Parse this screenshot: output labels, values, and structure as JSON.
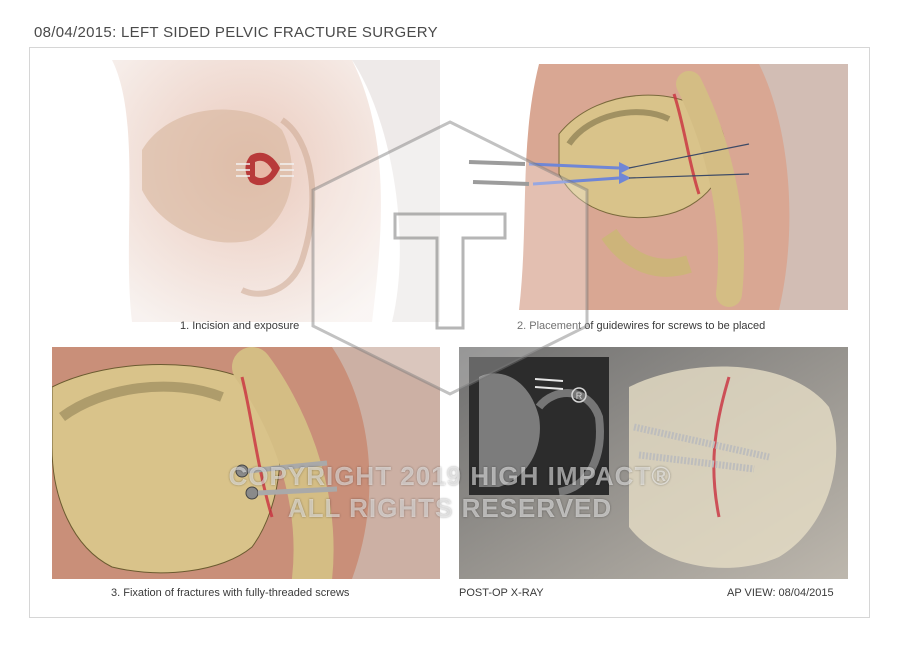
{
  "title": "08/04/2015: LEFT SIDED PELVIC FRACTURE SURGERY",
  "panels": [
    {
      "caption": "1. Incision and exposure"
    },
    {
      "caption": "2. Placement of guidewires for screws to be placed"
    },
    {
      "caption": "3. Fixation of fractures with fully-threaded  screws"
    },
    {
      "caption_left": "POST-OP X-RAY",
      "caption_right": "AP VIEW: 08/04/2015",
      "xray_marker": "R"
    }
  ],
  "watermark": {
    "line1": "COPYRIGHT 2019 HIGH IMPACT®",
    "line2": "ALL RIGHTS RESERVED"
  },
  "colors": {
    "bone": "#d9c38a",
    "skin": "#d99e86",
    "fracture": "#c9303e",
    "guidewire_arrow": "#6f86d6"
  }
}
